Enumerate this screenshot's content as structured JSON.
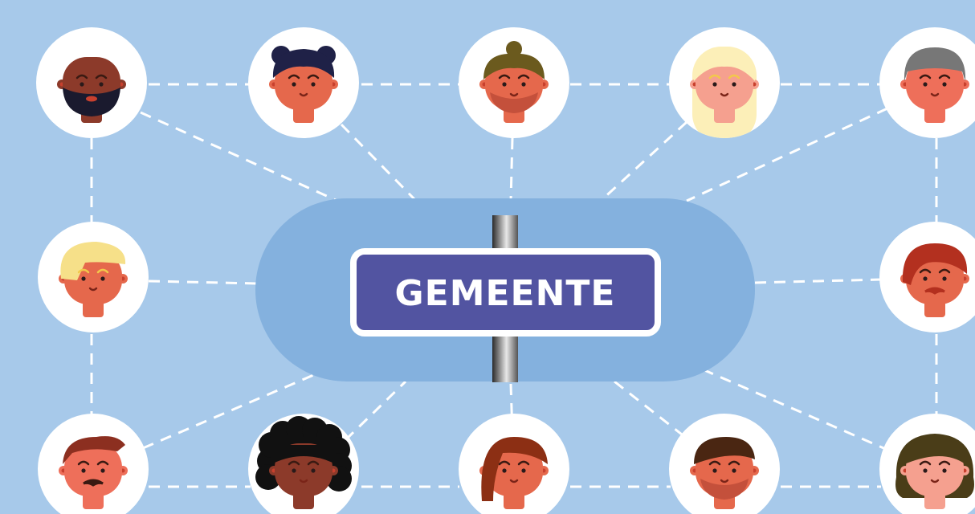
{
  "sign": {
    "label": "GEMEENTE"
  },
  "colors": {
    "background": "#a7c9ea",
    "hub": "#84b1de",
    "sign_fill": "#5254a1",
    "sign_border": "#ffffff",
    "connector": "#ffffff",
    "avatar_circle": "#ffffff"
  },
  "avatars": [
    {
      "id": "a1",
      "icon": "bald-bearded-man-avatar-icon",
      "skin": "#8c3a2a",
      "hair": "#1a1a2e",
      "style": "beard"
    },
    {
      "id": "a2",
      "icon": "buns-hair-avatar-icon",
      "skin": "#e5684c",
      "hair": "#1f2147",
      "style": "buns"
    },
    {
      "id": "a3",
      "icon": "topknot-bearded-avatar-icon",
      "skin": "#e5684c",
      "hair": "#6b5a1e",
      "style": "topknot"
    },
    {
      "id": "a4",
      "icon": "blonde-long-hair-avatar-icon",
      "skin": "#f5a08f",
      "hair": "#fcefb8",
      "style": "long"
    },
    {
      "id": "a5",
      "icon": "grey-hair-avatar-icon",
      "skin": "#ee6f5a",
      "hair": "#777777",
      "style": "short"
    },
    {
      "id": "a6",
      "icon": "blonde-quiff-avatar-icon",
      "skin": "#e5684c",
      "hair": "#f6e089",
      "style": "quiff"
    },
    {
      "id": "a7",
      "icon": "red-hair-mustache-avatar-icon",
      "skin": "#e5684c",
      "hair": "#b3301f",
      "style": "redhair"
    },
    {
      "id": "a8",
      "icon": "mustache-man-avatar-icon",
      "skin": "#ee6f5a",
      "hair": "#8c2f20",
      "style": "mustache"
    },
    {
      "id": "a9",
      "icon": "afro-hair-avatar-icon",
      "skin": "#8c3a2a",
      "hair": "#111111",
      "style": "afro"
    },
    {
      "id": "a10",
      "icon": "auburn-hair-avatar-icon",
      "skin": "#e5684c",
      "hair": "#8c2f14",
      "style": "sidepart"
    },
    {
      "id": "a11",
      "icon": "brown-hair-bearded-avatar-icon",
      "skin": "#e5684c",
      "hair": "#4a2612",
      "style": "beardsmall"
    },
    {
      "id": "a12",
      "icon": "olive-bob-avatar-icon",
      "skin": "#f5a08f",
      "hair": "#4a3d18",
      "style": "bob"
    }
  ]
}
